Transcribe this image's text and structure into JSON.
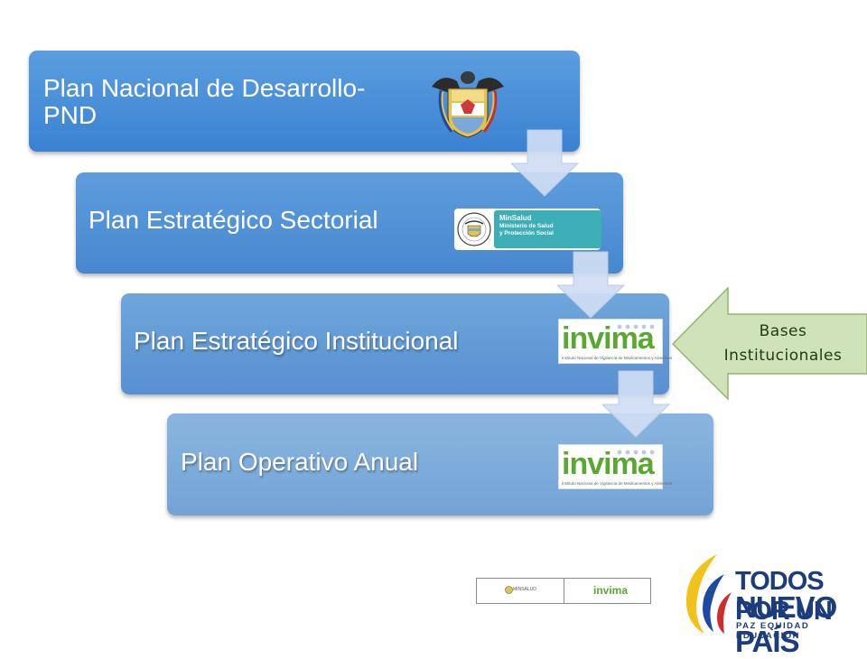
{
  "levels": [
    {
      "label": "Plan Nacional de Desarrollo-PND",
      "logo": "colombia-coat-of-arms"
    },
    {
      "label": "Plan Estratégico Sectorial",
      "logo": "minsalud-logo"
    },
    {
      "label": "Plan Estratégico Institucional",
      "logo": "invima-logo"
    },
    {
      "label": "Plan Operativo Anual",
      "logo": "invima-logo"
    }
  ],
  "minsalud": {
    "brand": "MinSalud",
    "line1": "Ministerio de Salud",
    "line2": "y Protección Social"
  },
  "invima": {
    "wordmark": "invima",
    "subtitle": "Instituto Nacional de Vigilancia de Medicamentos y Alimentos"
  },
  "side_arrow": {
    "line1": "Bases",
    "line2": "Institucionales"
  },
  "footer": {
    "ministry_text": "MINSALUD",
    "invima_text": "invima"
  },
  "slogan": {
    "line1": "TODOS POR UN",
    "line2": "NUEVO PAÍS",
    "tagline": "PAZ  EQUIDAD  EDUCACIÓN"
  },
  "colors": {
    "box_blue": "#3a82d1",
    "arrow_fill": "#cfddf3",
    "side_arrow_fill": "#cfe2b8",
    "side_arrow_border": "#8fb56b",
    "invima_green": "#5aa832",
    "slogan_navy": "#1b3d7d"
  }
}
